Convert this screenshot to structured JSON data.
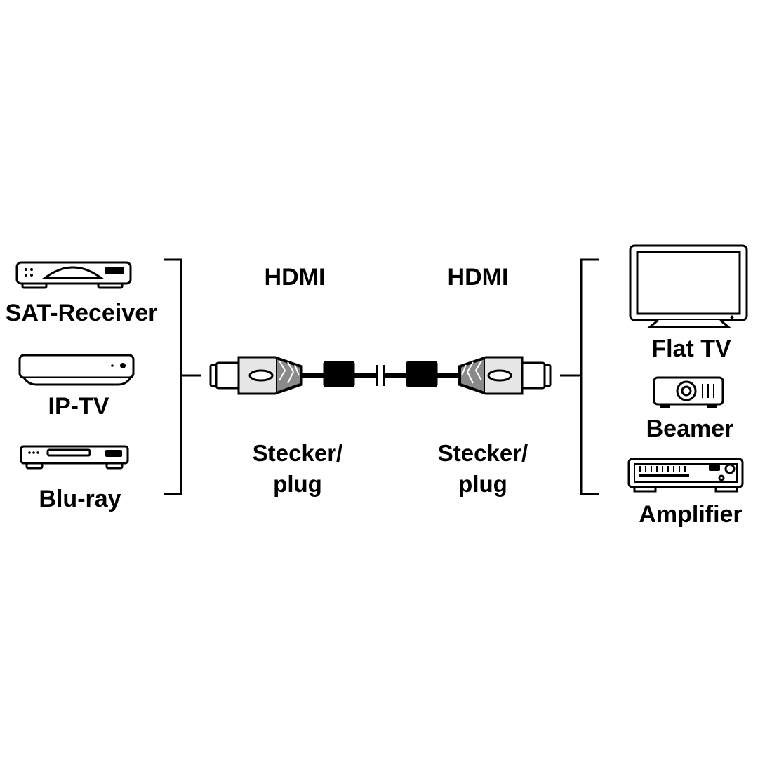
{
  "colors": {
    "ink": "#000000",
    "paper": "#ffffff",
    "plug_shell": "#e6e6e6",
    "plug_grip": "#8a8a8a"
  },
  "sources": {
    "sat_receiver": {
      "label": "SAT-Receiver",
      "icon": "sat-receiver-icon"
    },
    "ip_tv": {
      "label": "IP-TV",
      "icon": "ip-tv-box-icon"
    },
    "blu_ray": {
      "label": "Blu-ray",
      "icon": "blu-ray-player-icon"
    }
  },
  "cable": {
    "left": {
      "type": "HDMI",
      "connector_line1": "Stecker/",
      "connector_line2": "plug"
    },
    "right": {
      "type": "HDMI",
      "connector_line1": "Stecker/",
      "connector_line2": "plug"
    }
  },
  "targets": {
    "flat_tv": {
      "label": "Flat TV",
      "icon": "flat-tv-icon"
    },
    "beamer": {
      "label": "Beamer",
      "icon": "beamer-icon"
    },
    "amplifier": {
      "label": "Amplifier",
      "icon": "amplifier-icon"
    }
  }
}
